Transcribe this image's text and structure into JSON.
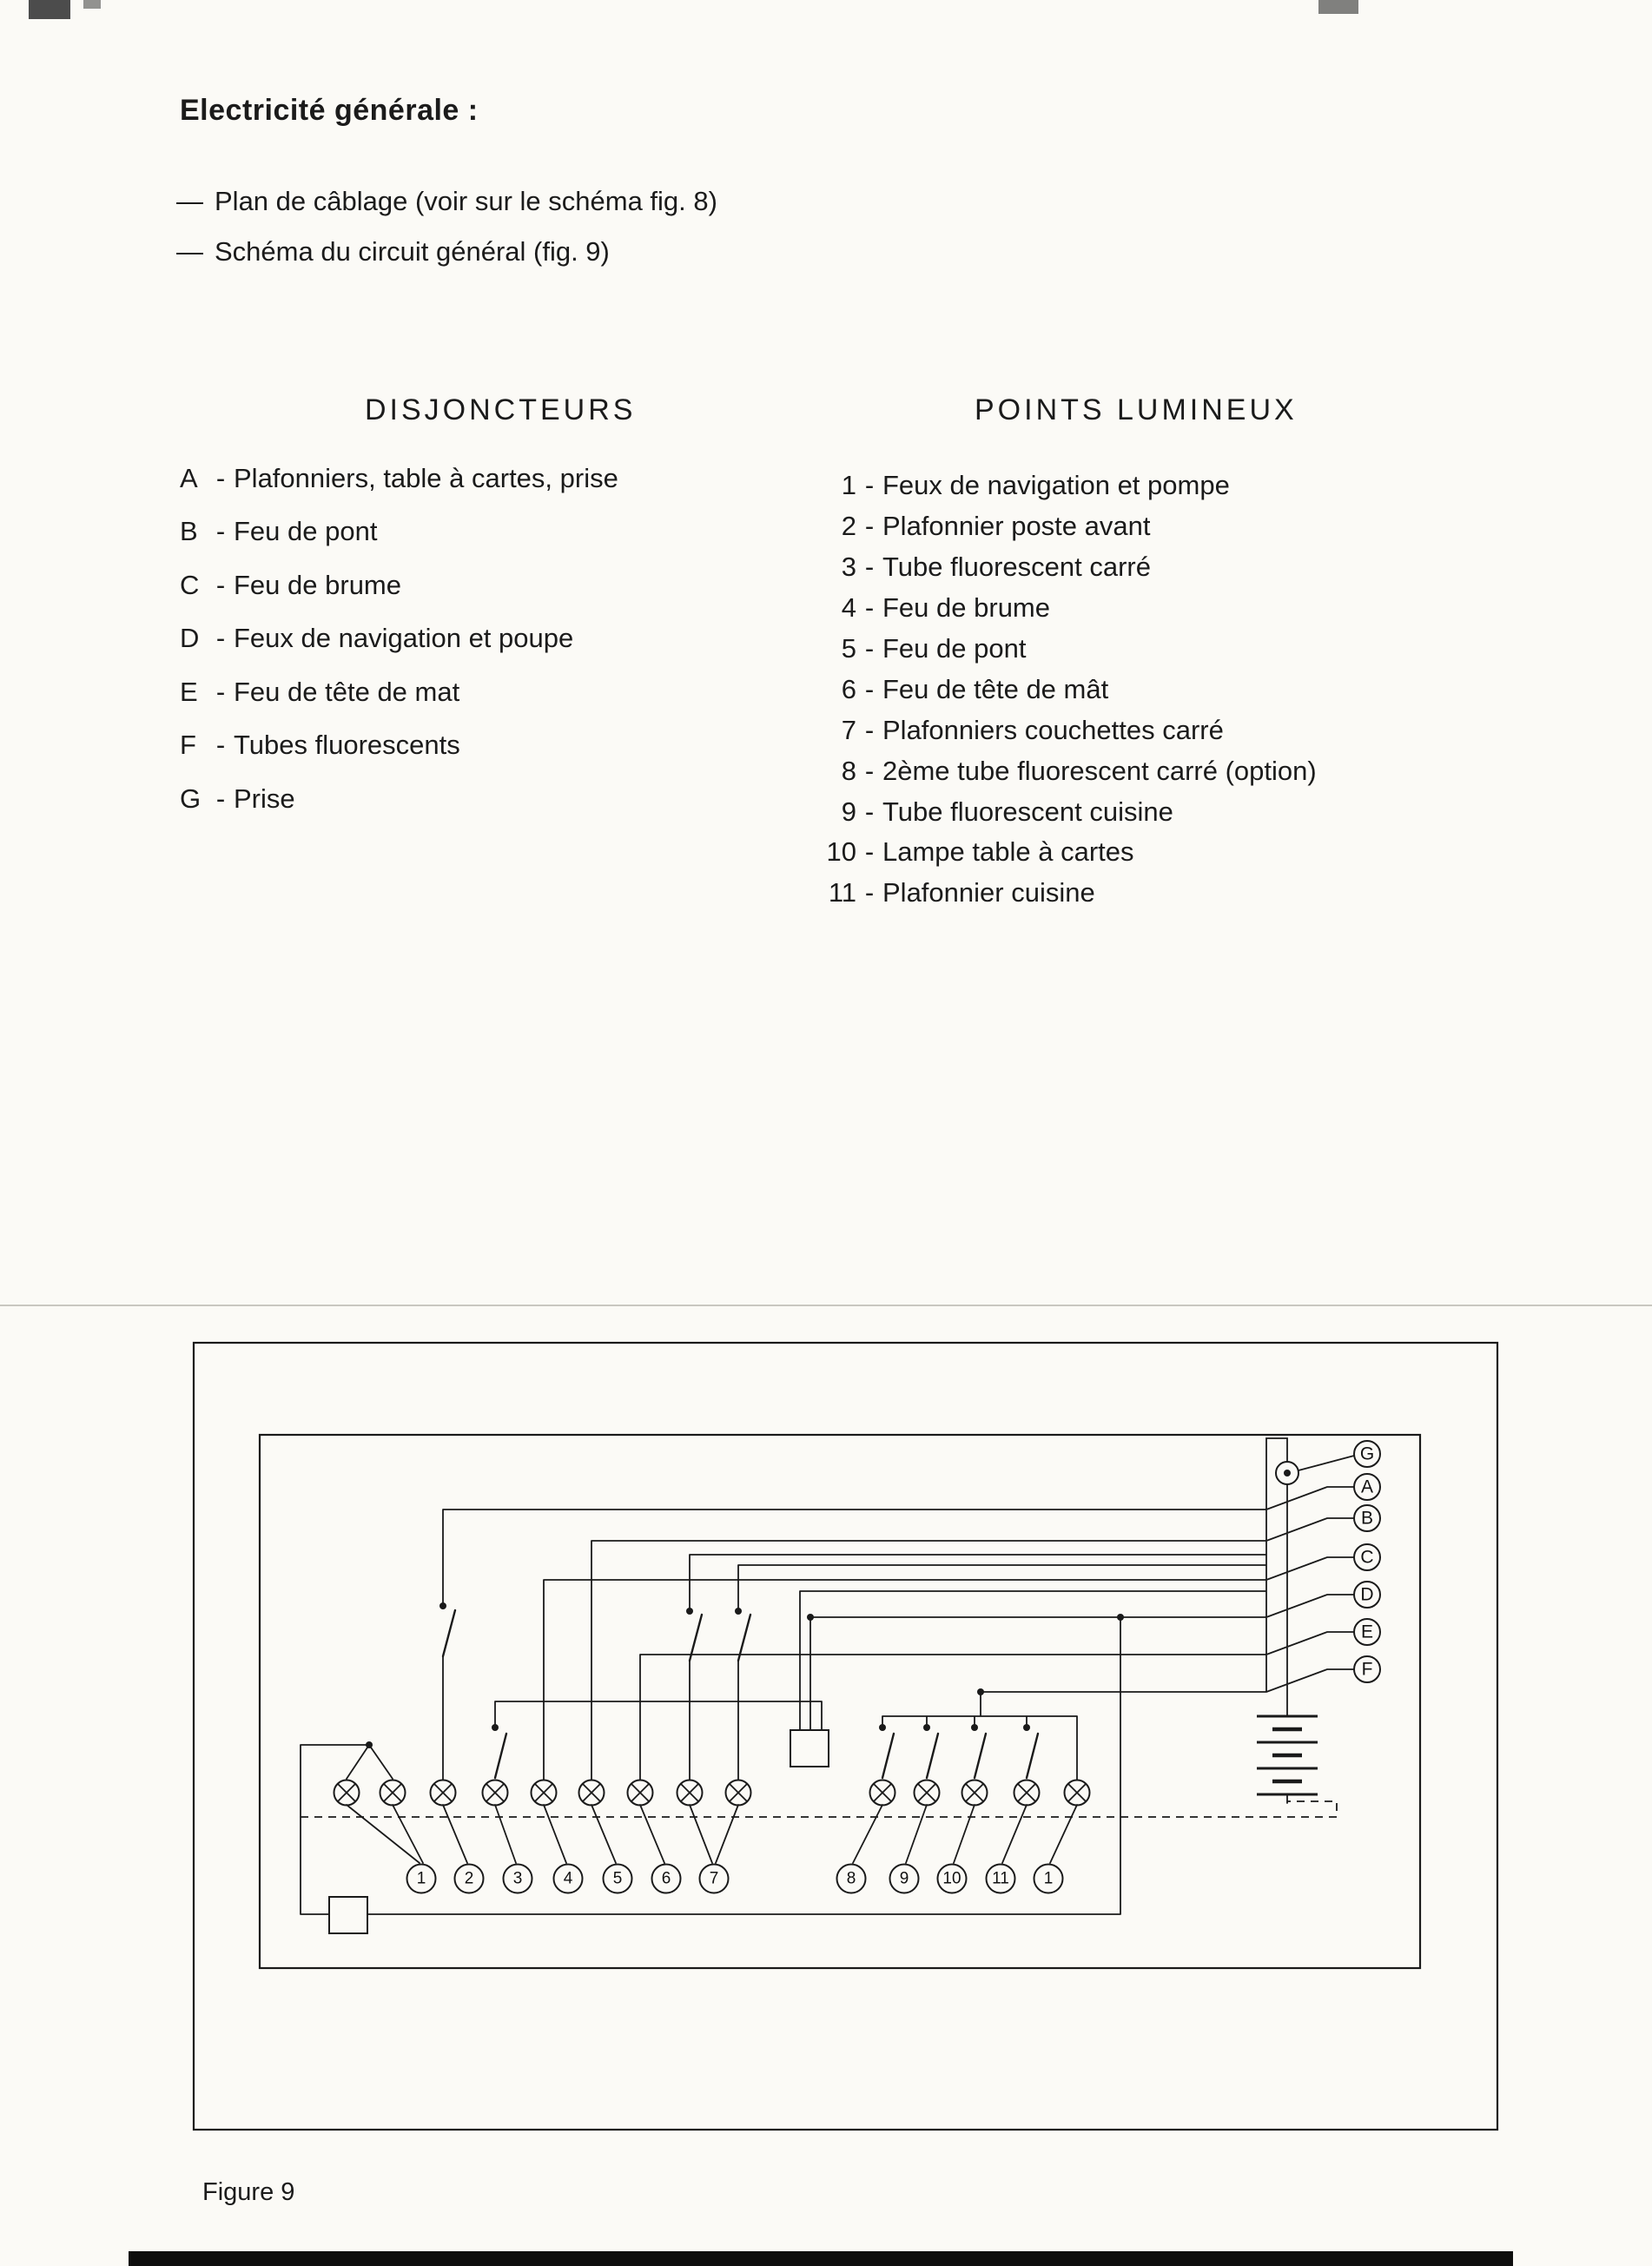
{
  "page": {
    "title": "Electricité générale :",
    "bullet_dash": "—",
    "bullets": [
      "Plan de câblage (voir sur le schéma fig. 8)",
      "Schéma du circuit général (fig. 9)"
    ],
    "item_sep": "-",
    "figure_caption": "Figure 9"
  },
  "disjoncteurs": {
    "heading": "DISJONCTEURS",
    "items": [
      {
        "key": "A",
        "label": "Plafonniers, table à cartes, prise"
      },
      {
        "key": "B",
        "label": "Feu de pont"
      },
      {
        "key": "C",
        "label": "Feu de brume"
      },
      {
        "key": "D",
        "label": "Feux de navigation et poupe"
      },
      {
        "key": "E",
        "label": "Feu de tête de mat"
      },
      {
        "key": "F",
        "label": "Tubes fluorescents"
      },
      {
        "key": "G",
        "label": "Prise"
      }
    ]
  },
  "points_lumineux": {
    "heading": "POINTS LUMINEUX",
    "items": [
      {
        "key": "1",
        "label": "Feux de navigation et pompe"
      },
      {
        "key": "2",
        "label": "Plafonnier poste avant"
      },
      {
        "key": "3",
        "label": "Tube fluorescent carré"
      },
      {
        "key": "4",
        "label": "Feu de brume"
      },
      {
        "key": "5",
        "label": "Feu de pont"
      },
      {
        "key": "6",
        "label": "Feu de tête de mât"
      },
      {
        "key": "7",
        "label": "Plafonniers couchettes carré"
      },
      {
        "key": "8",
        "label": "2ème tube fluorescent carré (option)"
      },
      {
        "key": "9",
        "label": "Tube fluorescent cuisine"
      },
      {
        "key": "10",
        "label": "Lampe table à cartes"
      },
      {
        "key": "11",
        "label": "Plafonnier cuisine"
      }
    ]
  },
  "diagram": {
    "breakers": [
      "G",
      "A",
      "B",
      "C",
      "D",
      "E",
      "F"
    ],
    "numbers": [
      "1",
      "2",
      "3",
      "4",
      "5",
      "6",
      "7",
      "8",
      "9",
      "10",
      "11",
      "1"
    ]
  }
}
